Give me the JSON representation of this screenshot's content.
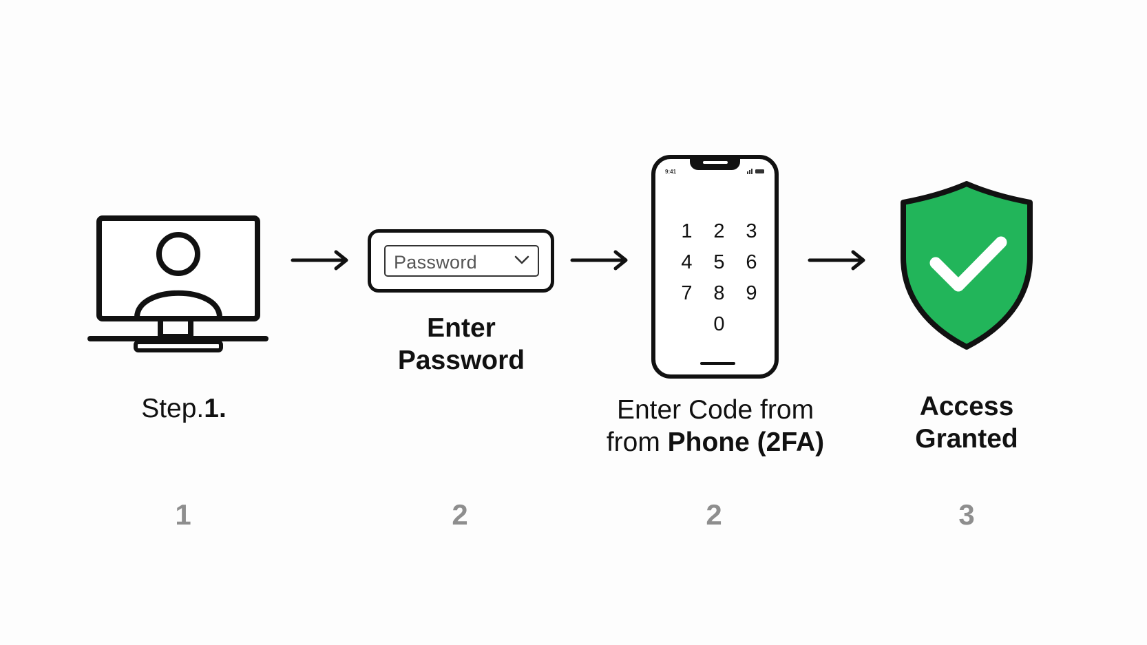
{
  "steps": [
    {
      "icon": "computer-user-icon",
      "label_regular": "Step.",
      "label_bold": "1.",
      "number": "1"
    },
    {
      "icon": "password-field-icon",
      "field_placeholder": "Password",
      "label_line1": "Enter",
      "label_line2": "Password",
      "number": "2"
    },
    {
      "icon": "phone-keypad-icon",
      "status_left": "9:41",
      "keypad_keys": [
        "1",
        "2",
        "3",
        "4",
        "5",
        "6",
        "7",
        "8",
        "9",
        "0"
      ],
      "label_line1": "Enter Code from",
      "label_line2_regular": "from",
      "label_line2_bold": "Phone (2FA)",
      "number": "2"
    },
    {
      "icon": "shield-check-icon",
      "label_line1": "Access",
      "label_line2": "Granted",
      "number": "3",
      "accent_color": "#22b55a"
    }
  ],
  "arrows": [
    "arrow-right-icon",
    "arrow-right-icon",
    "arrow-right-icon"
  ]
}
